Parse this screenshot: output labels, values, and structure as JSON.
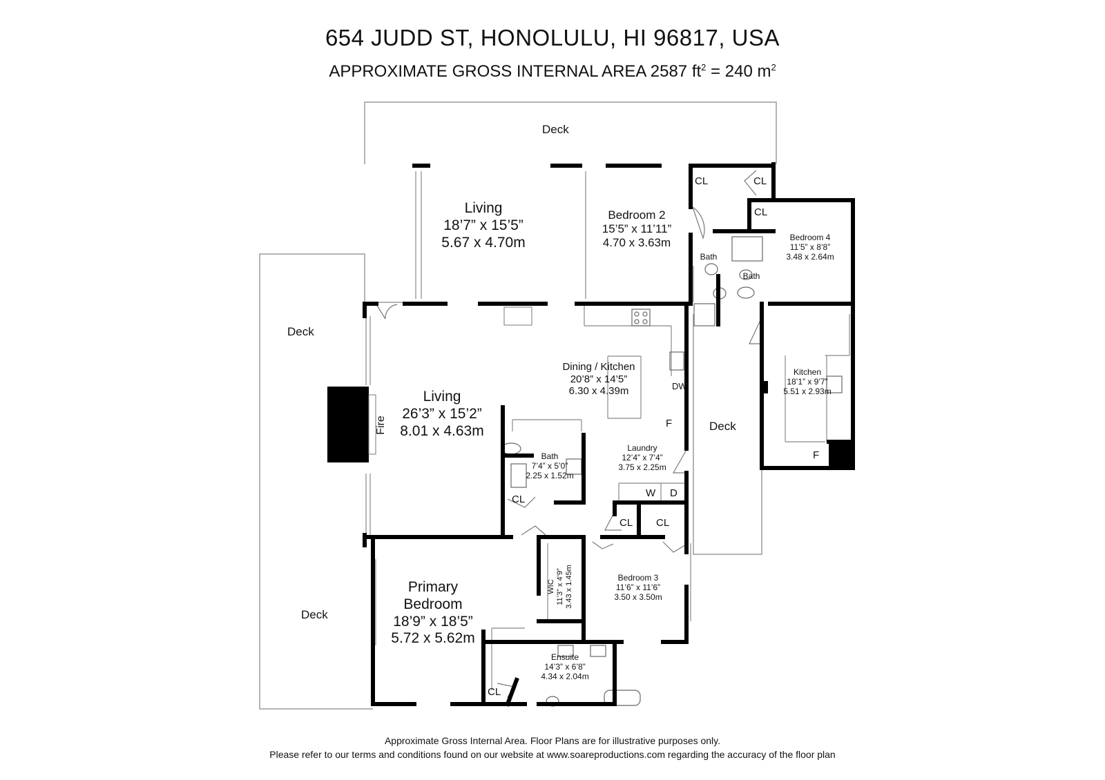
{
  "header": {
    "address": "654 JUDD ST, HONOLULU, HI 96817, USA",
    "area_text": "APPROXIMATE GROSS INTERNAL AREA 2587 ft² = 240 m²"
  },
  "rooms": {
    "living_upper": {
      "name": "Living",
      "dim_ft": "18’7” x 15’5”",
      "dim_m": "5.67 x 4.70m"
    },
    "bedroom2": {
      "name": "Bedroom 2",
      "dim_ft": "15’5” x 11’11”",
      "dim_m": "4.70 x 3.63m"
    },
    "bedroom4": {
      "name": "Bedroom 4",
      "dim_ft": "11’5” x 8’8”",
      "dim_m": "3.48 x 2.64m"
    },
    "bath_a": {
      "name": "Bath"
    },
    "bath_b": {
      "name": "Bath"
    },
    "living_main": {
      "name": "Living",
      "dim_ft": "26’3” x 15’2”",
      "dim_m": "8.01 x 4.63m"
    },
    "dining_kitchen": {
      "name": "Dining / Kitchen",
      "dim_ft": "20’8” x 14’5”",
      "dim_m": "6.30 x 4.39m"
    },
    "kitchen2": {
      "name": "Kitchen",
      "dim_ft": "18’1” x 9’7”",
      "dim_m": "5.51 x 2.93m"
    },
    "bath_c": {
      "name": "Bath",
      "dim_ft": "7’4” x 5’0”",
      "dim_m": "2.25 x 1.52m"
    },
    "laundry": {
      "name": "Laundry",
      "dim_ft": "12’4” x 7’4”",
      "dim_m": "3.75 x 2.25m"
    },
    "primary": {
      "name_line1": "Primary",
      "name_line2": "Bedroom",
      "dim_ft": "18’9” x 18’5”",
      "dim_m": "5.72 x 5.62m"
    },
    "wic": {
      "name": "WIC",
      "dim_ft": "11’3” x 4’9”",
      "dim_m": "3.43 x 1.45m"
    },
    "bedroom3": {
      "name": "Bedroom 3",
      "dim_ft": "11’6” x 11’6”",
      "dim_m": "3.50 x 3.50m"
    },
    "ensuite": {
      "name": "Ensuite",
      "dim_ft": "14’3” x 6’8”",
      "dim_m": "4.34 x 2.04m"
    }
  },
  "outdoor": {
    "deck_top": "Deck",
    "deck_left": "Deck",
    "deck_lower_left": "Deck",
    "deck_right": "Deck"
  },
  "fixtures": {
    "closet": "CL",
    "fire": "Fire",
    "dishwasher": "DW",
    "fridge": "F",
    "washer": "W",
    "dryer": "D"
  },
  "footer": {
    "line1": "Approximate Gross Internal Area. Floor Plans are for illustrative purposes only.",
    "line2": "Please refer to our terms and conditions found on our website at www.soareproductions.com regarding the accuracy of the floor plan"
  },
  "colors": {
    "wall": "#000000",
    "outline": "#999999",
    "fixture": "#555555"
  }
}
